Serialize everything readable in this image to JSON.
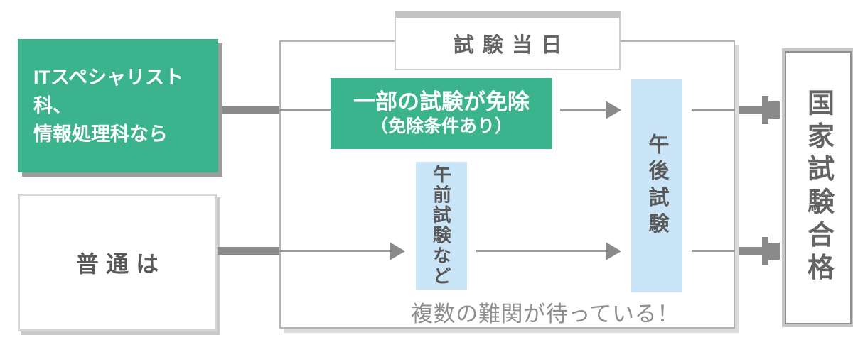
{
  "colors": {
    "green": "#3bb38d",
    "light_blue": "#c9e5f7",
    "connector_gray": "#8a8a8a",
    "dark_text": "#595959",
    "muted_text": "#8e8e8e",
    "border_gray": "#b4b4b4"
  },
  "sources": {
    "it_department": {
      "line1": "ITスペシャリスト科、",
      "line2": "情報処理科なら"
    },
    "normal": {
      "label": "普通は"
    }
  },
  "exam_day": {
    "title": "試験当日",
    "exemption": {
      "line1": "一部の試験が免除",
      "line2": "（免除条件あり）"
    },
    "morning_exam": {
      "label": "午前試験など"
    },
    "afternoon_exam": {
      "label": "午後試験"
    },
    "caption": "複数の難関が待っている！"
  },
  "goal": {
    "label": "国家試験合格"
  }
}
